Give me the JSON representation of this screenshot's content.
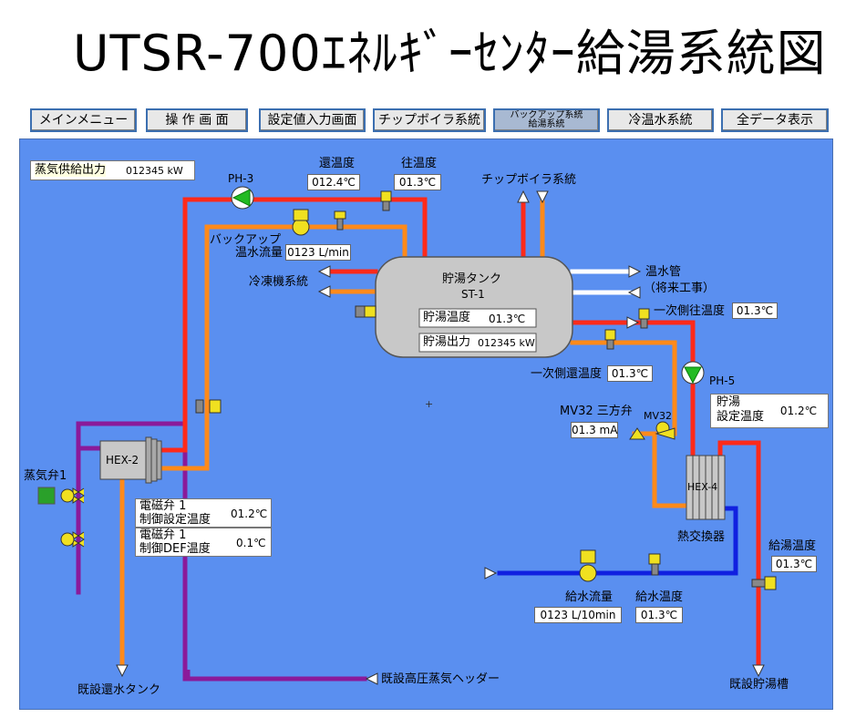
{
  "title": "UTSR-700ｴﾈﾙｷﾞｰｾﾝﾀｰ給湯系統図",
  "nav": [
    {
      "label": "メインメニュー"
    },
    {
      "label": "操 作 画 面"
    },
    {
      "label": "設定値入力画面"
    },
    {
      "label": "チップボイラ系統"
    },
    {
      "label": "バックアップ系統\n給湯系統"
    },
    {
      "label": "冷温水系統"
    },
    {
      "label": "全データ表示"
    }
  ],
  "steam_output": {
    "label": "蒸気供給出力",
    "value": "012345 kW"
  },
  "return_temp": {
    "label": "還温度",
    "value": "012.4℃"
  },
  "supply_temp": {
    "label": "往温度",
    "value": "01.3℃"
  },
  "ph3": "PH-3",
  "chip_boiler": "チップボイラ系統",
  "backup_flow": {
    "label1": "バックアップ",
    "label2": "温水流量",
    "value": "0123 L/min"
  },
  "refrigerator": "冷凍機系統",
  "hot_water_pipe": {
    "line1": "温水管",
    "line2": "（将来工事）"
  },
  "tank": {
    "name": "貯湯タンク",
    "id": "ST-1",
    "temp_label": "貯湯温度",
    "temp_value": "01.3℃",
    "out_label": "貯湯出力",
    "out_value": "012345 kW"
  },
  "primary_supply": {
    "label": "一次側往温度",
    "value": "01.3℃"
  },
  "primary_return": {
    "label": "一次側還温度",
    "value": "01.3℃"
  },
  "ph5": "PH-5",
  "storage_setting": {
    "line1": "貯湯",
    "line2": "設定温度",
    "value": "01.2℃"
  },
  "mv32": {
    "label": "MV32 三方弁",
    "value": "01.3 mA",
    "valve": "MV32"
  },
  "hex2": "HEX-2",
  "hex4": "HEX-4",
  "heat_exchanger": "熱交換器",
  "steam_valve": "蒸気弁1",
  "solenoid1": {
    "line1": "電磁弁 1",
    "line2": "制御設定温度",
    "value": "01.2℃"
  },
  "solenoid2": {
    "line1": "電磁弁 1",
    "line2": "制御DEF温度",
    "value": "0.1℃"
  },
  "feed_flow": {
    "label": "給水流量",
    "value": "0123 L/10min"
  },
  "feed_temp": {
    "label": "給水温度",
    "value": "01.3℃"
  },
  "hot_supply_temp": {
    "label": "給湯温度",
    "value": "01.3℃"
  },
  "existing_return_tank": "既設還水タンク",
  "existing_steam_header": "既設高圧蒸気ヘッダー",
  "existing_storage": "既設貯湯槽",
  "colors": {
    "panel": "#5a8ff0",
    "hot": "#ff2a1a",
    "warm": "#ff8a1a",
    "steam": "#8a1a9a",
    "cold": "#1020e0"
  }
}
